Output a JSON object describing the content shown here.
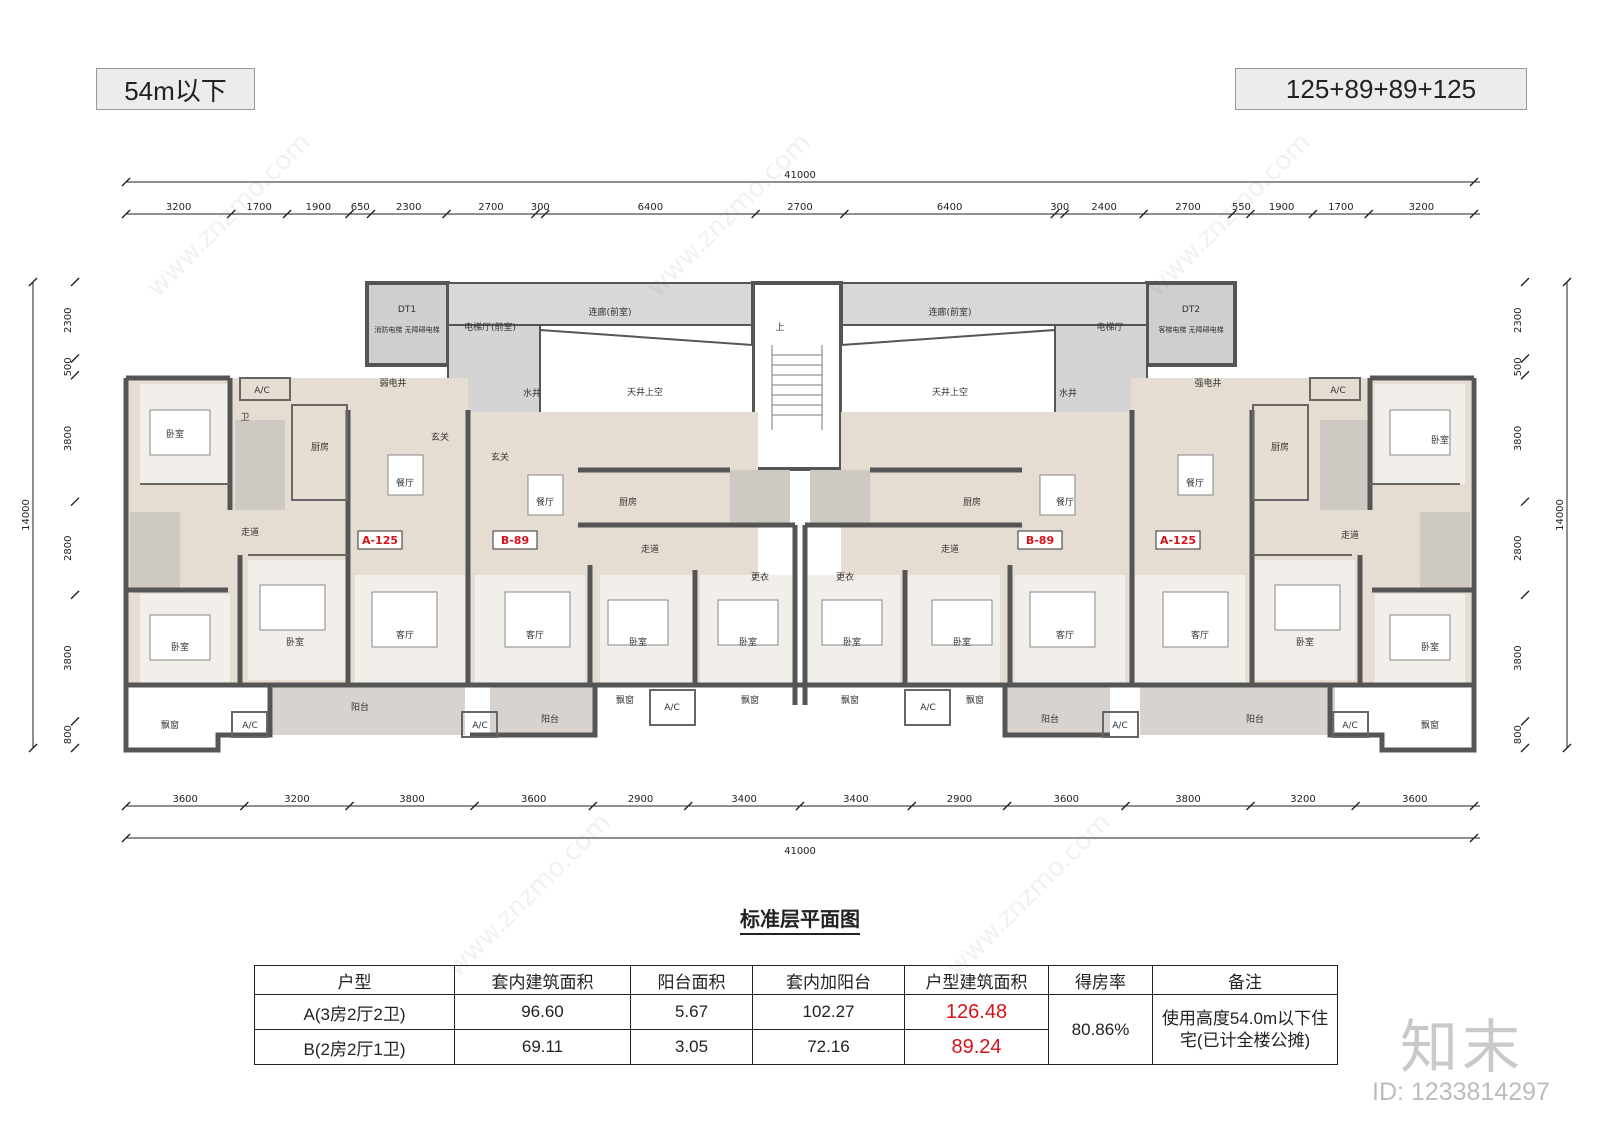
{
  "header": {
    "height_limit": "54m以下",
    "mix": "125+89+89+125"
  },
  "dims": {
    "total": "41000",
    "top": [
      "3200",
      "1700",
      "1900",
      "650",
      "2300",
      "2700",
      "300",
      "6400",
      "2700",
      "6400",
      "300",
      "2400",
      "2700",
      "550",
      "1900",
      "1700",
      "3200"
    ],
    "bottom": [
      "3600",
      "3200",
      "3800",
      "3600",
      "2900",
      "3400",
      "3400",
      "2900",
      "3600",
      "3800",
      "3200",
      "3600"
    ],
    "left": [
      "2300",
      "500",
      "3800",
      "2800",
      "3800",
      "800"
    ],
    "left_total": "14000",
    "right": [
      "2300",
      "500",
      "3800",
      "2800",
      "3800",
      "800"
    ],
    "right_total": "14000"
  },
  "rooms": {
    "bedroom": "卧室",
    "living": "客厅",
    "dining": "餐厅",
    "kitchen": "厨房",
    "bath": "卫",
    "corridor": "走道",
    "entry": "玄关",
    "balcony": "阳台",
    "bay": "飘窗",
    "closet": "更衣",
    "ac": "A/C",
    "water": "水井",
    "elec_weak": "弱电井",
    "elec_strong": "强电井",
    "lift_hall": "电梯厅",
    "lift_hall_front": "电梯厅(前室)",
    "link_front": "连廊(前室)",
    "atrium": "天井上空",
    "dt1": "DT1",
    "dt1_desc": "消防电梯 无障碍电梯",
    "dt2": "DT2",
    "dt2_desc": "客梯电梯 无障碍电梯",
    "up": "上"
  },
  "unit_tags": [
    "A-125",
    "B-89",
    "B-89",
    "A-125"
  ],
  "caption": "标准层平面图",
  "table": {
    "headers": [
      "户型",
      "套内建筑面积",
      "阳台面积",
      "套内加阳台",
      "户型建筑面积",
      "得房率",
      "备注"
    ],
    "rows": [
      {
        "type": "A(3房2厅2卫)",
        "inner": "96.60",
        "balcony": "5.67",
        "sum": "102.27",
        "gross": "126.48"
      },
      {
        "type": "B(2房2厅1卫)",
        "inner": "69.11",
        "balcony": "3.05",
        "sum": "72.16",
        "gross": "89.24"
      }
    ],
    "ratio": "80.86%",
    "note": "使用高度54.0m以下住宅(已计全楼公摊)"
  },
  "brand": "知末",
  "id_text": "ID: 1233814297",
  "watermark": "www.znzmo.com",
  "colors": {
    "wall": "#555555",
    "floor": "#e6ddd2",
    "core": "#cfcfcf",
    "balcony": "#d9d3cf",
    "red": "#d4141a"
  }
}
